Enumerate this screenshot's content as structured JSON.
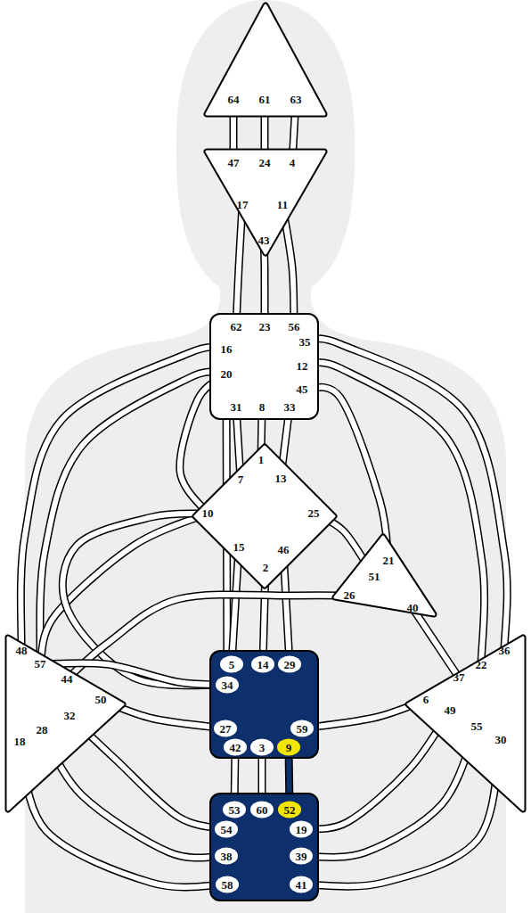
{
  "diagram": {
    "nodes": [
      {
        "text": [
          "64",
          "61",
          "63"
        ]
      },
      {
        "text": [
          "47",
          "24",
          "4",
          "17",
          "11",
          "43"
        ]
      },
      {
        "text": [
          "62",
          "23",
          "56",
          "16",
          "35",
          "20",
          "12",
          "45",
          "31",
          "8",
          "33"
        ]
      },
      {
        "text": [
          "1",
          "7",
          "13",
          "10",
          "25",
          "15",
          "46",
          "2"
        ]
      },
      {
        "text": [
          "21",
          "51",
          "26",
          "40"
        ]
      },
      {
        "text": [
          "48",
          "57",
          "44",
          "50",
          "32",
          "28",
          "18"
        ]
      },
      {
        "text": [
          "36",
          "22",
          "37",
          "6",
          "49",
          "55",
          "30"
        ]
      },
      {
        "text": [
          "5",
          "14",
          "29",
          "34",
          "27",
          "59",
          "42",
          "3",
          "9"
        ]
      },
      {
        "text": [
          "53",
          "60",
          "52",
          "54",
          "19",
          "38",
          "39",
          "58",
          "41"
        ]
      }
    ],
    "edges": [
      {
        "from": 0,
        "to": 1,
        "arrow": "none"
      },
      {
        "from": 0,
        "to": 1,
        "arrow": "none"
      },
      {
        "from": 0,
        "to": 1,
        "arrow": "none"
      },
      {
        "from": 1,
        "to": 2,
        "arrow": "none"
      },
      {
        "from": 1,
        "to": 2,
        "arrow": "none"
      },
      {
        "from": 1,
        "to": 2,
        "arrow": "none"
      },
      {
        "from": 2,
        "to": 3,
        "arrow": "none"
      },
      {
        "from": 2,
        "to": 3,
        "arrow": "none"
      },
      {
        "from": 2,
        "to": 3,
        "arrow": "none"
      },
      {
        "from": 2,
        "to": 3,
        "arrow": "none"
      },
      {
        "from": 2,
        "to": 5,
        "arrow": "none"
      },
      {
        "from": 2,
        "to": 5,
        "arrow": "none"
      },
      {
        "from": 2,
        "to": 7,
        "arrow": "none"
      },
      {
        "from": 2,
        "to": 4,
        "arrow": "none"
      },
      {
        "from": 2,
        "to": 6,
        "arrow": "none"
      },
      {
        "from": 2,
        "to": 6,
        "arrow": "none"
      },
      {
        "from": 3,
        "to": 4,
        "arrow": "none"
      },
      {
        "from": 3,
        "to": 5,
        "arrow": "none"
      },
      {
        "from": 3,
        "to": 7,
        "arrow": "none"
      },
      {
        "from": 3,
        "to": 7,
        "arrow": "none"
      },
      {
        "from": 3,
        "to": 7,
        "arrow": "none"
      },
      {
        "from": 3,
        "to": 7,
        "arrow": "none"
      },
      {
        "from": 4,
        "to": 5,
        "arrow": "none"
      },
      {
        "from": 4,
        "to": 6,
        "arrow": "none"
      },
      {
        "from": 5,
        "to": 7,
        "arrow": "none"
      },
      {
        "from": 5,
        "to": 7,
        "arrow": "none"
      },
      {
        "from": 5,
        "to": 8,
        "arrow": "none"
      },
      {
        "from": 5,
        "to": 8,
        "arrow": "none"
      },
      {
        "from": 5,
        "to": 8,
        "arrow": "none"
      },
      {
        "from": 6,
        "to": 7,
        "arrow": "none"
      },
      {
        "from": 6,
        "to": 8,
        "arrow": "none"
      },
      {
        "from": 6,
        "to": 8,
        "arrow": "none"
      },
      {
        "from": 6,
        "to": 8,
        "arrow": "none"
      },
      {
        "from": 7,
        "to": 8,
        "arrow": "none"
      },
      {
        "from": 7,
        "to": 8,
        "arrow": "none"
      },
      {
        "from": 7,
        "to": 8,
        "arrow": "none"
      }
    ]
  }
}
